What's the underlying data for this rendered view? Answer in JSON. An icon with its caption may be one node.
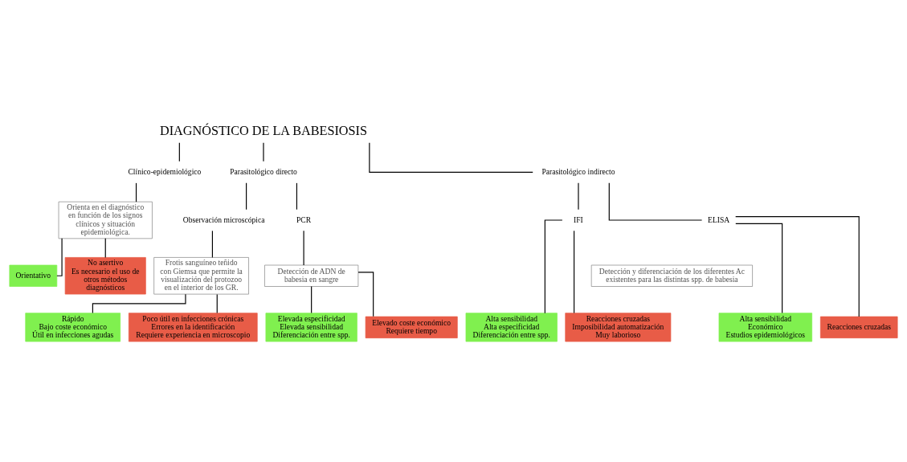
{
  "diagram": {
    "nodes": [
      {
        "text": [
          "DIAGNÓSTICO DE LA BABESIOSIS"
        ]
      },
      {
        "text": [
          "Clínico-epidemiológico"
        ]
      },
      {
        "text": [
          "Parasitológico directo"
        ]
      },
      {
        "text": [
          "Parasitológico indirecto"
        ]
      },
      {
        "text": [
          "Orienta en el diagnóstico en función de los signos clínicos y situación epidemiológica."
        ]
      },
      {
        "text": [
          "Orientativo"
        ]
      },
      {
        "text": [
          "No asertivo",
          "Es necesario el uso de otros métodos diagnósticos"
        ]
      },
      {
        "text": [
          "Observación microscópica"
        ]
      },
      {
        "text": [
          "PCR"
        ]
      },
      {
        "text": [
          "Frotis sanguíneo teñido con Giemsa que permite la visualización del protozoo en el interior de los GR."
        ]
      },
      {
        "text": [
          "Rápido",
          "Bajo coste económico",
          "Útil en infecciones agudas"
        ]
      },
      {
        "text": [
          "Poco útil en infecciones crónicas",
          "Errores en la identificación",
          "Requiere experiencia en microscopio"
        ]
      },
      {
        "text": [
          "Detección de ADN de babesia en sangre"
        ]
      },
      {
        "text": [
          "Elevada especificidad",
          "Elevada sensibilidad",
          "Diferenciación entre spp."
        ]
      },
      {
        "text": [
          "Elevado coste económico",
          "Requiere tiempo"
        ]
      },
      {
        "text": [
          "IFI"
        ]
      },
      {
        "text": [
          "ELISA"
        ]
      },
      {
        "text": [
          "Detección y diferenciación de los diferentes Ac existentes para las distintas spp. de babesia"
        ]
      },
      {
        "text": [
          "Alta sensibilidad",
          "Alta especificidad",
          "Diferenciación entre spp."
        ]
      },
      {
        "text": [
          "Reacciones cruzadas",
          "Imposibilidad automatización",
          "Muy laborioso"
        ]
      },
      {
        "text": [
          "Alta sensibilidad",
          "Económico",
          "Estudios epidemiológicos"
        ]
      },
      {
        "text": [
          "Reacciones cruzadas"
        ]
      }
    ],
    "edges": [
      {
        "from": 0,
        "to": 1,
        "arrow": "none"
      },
      {
        "from": 0,
        "to": 2,
        "arrow": "none"
      },
      {
        "from": 0,
        "to": 3,
        "arrow": "none"
      },
      {
        "from": 1,
        "to": 4,
        "arrow": "none"
      },
      {
        "from": 4,
        "to": 5,
        "arrow": "none"
      },
      {
        "from": 4,
        "to": 6,
        "arrow": "none"
      },
      {
        "from": 2,
        "to": 7,
        "arrow": "none"
      },
      {
        "from": 2,
        "to": 8,
        "arrow": "none"
      },
      {
        "from": 7,
        "to": 9,
        "arrow": "none"
      },
      {
        "from": 9,
        "to": 10,
        "arrow": "none"
      },
      {
        "from": 9,
        "to": 11,
        "arrow": "none"
      },
      {
        "from": 8,
        "to": 12,
        "arrow": "none"
      },
      {
        "from": 12,
        "to": 13,
        "arrow": "none"
      },
      {
        "from": 12,
        "to": 14,
        "arrow": "none"
      },
      {
        "from": 3,
        "to": 15,
        "arrow": "none"
      },
      {
        "from": 3,
        "to": 16,
        "arrow": "none"
      },
      {
        "from": 15,
        "to": 18,
        "arrow": "none"
      },
      {
        "from": 15,
        "to": 19,
        "arrow": "none"
      },
      {
        "from": 16,
        "to": 20,
        "arrow": "none"
      },
      {
        "from": 16,
        "to": 21,
        "arrow": "none"
      }
    ]
  }
}
